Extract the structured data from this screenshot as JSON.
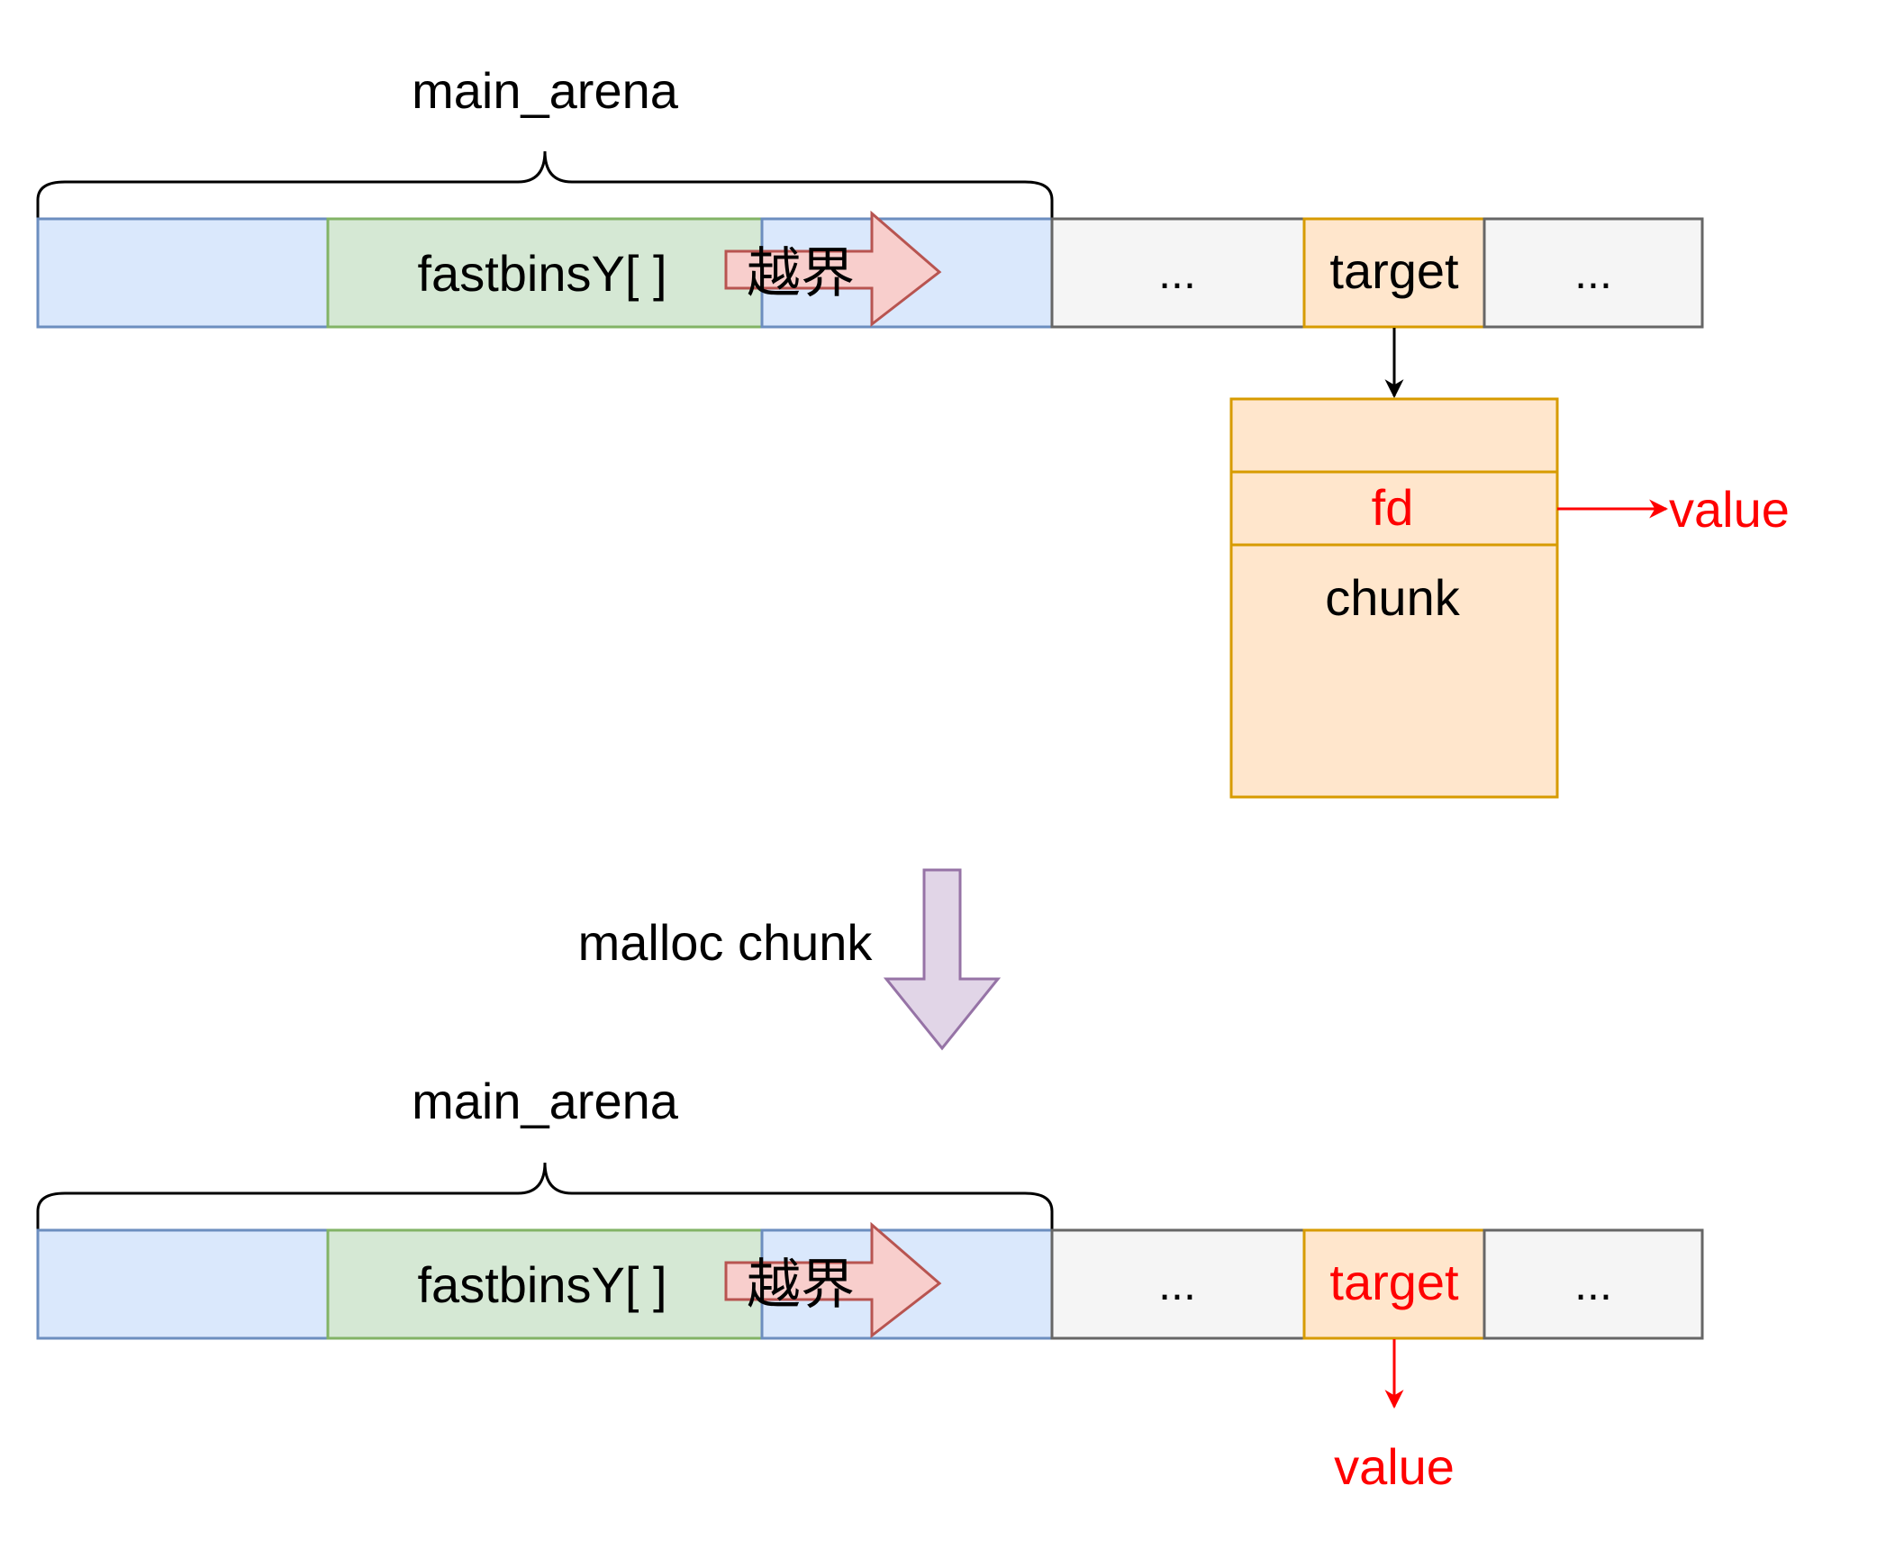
{
  "top": {
    "arena_label": "main_arena",
    "fastbins_label": "fastbinsY[ ]",
    "overflow_label": "越界",
    "ellipsis_1": "...",
    "target_label": "target",
    "ellipsis_2": "...",
    "chunk": {
      "fd_label": "fd",
      "chunk_label": "chunk"
    },
    "fd_points_to": "value"
  },
  "transition": {
    "label": "malloc chunk"
  },
  "bottom": {
    "arena_label": "main_arena",
    "fastbins_label": "fastbinsY[ ]",
    "overflow_label": "越界",
    "ellipsis_1": "...",
    "target_label": "target",
    "ellipsis_2": "...",
    "target_points_to": "value"
  },
  "colors": {
    "arena_fill": "#dae8fc",
    "arena_stroke": "#6c8ebf",
    "fastbins_fill": "#d5e8d4",
    "fastbins_stroke": "#82b366",
    "other_fill": "#f5f5f5",
    "other_stroke": "#666666",
    "target_fill": "#ffe6cc",
    "target_stroke": "#d79b00",
    "overflow_fill": "#f8cecc",
    "overflow_stroke": "#b85450",
    "malloc_fill": "#e1d5e7",
    "malloc_stroke": "#9673a6",
    "highlight": "#ff0000"
  }
}
